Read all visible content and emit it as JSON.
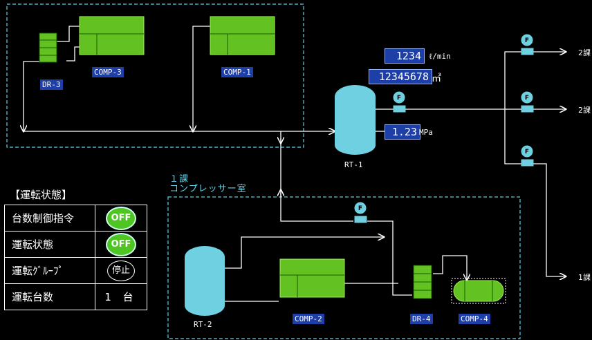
{
  "rooms": {
    "room2_line1": "１課",
    "room2_line2": "コンプレッサー室"
  },
  "equipment": {
    "dr3": "DR-3",
    "comp3": "COMP-3",
    "comp1": "COMP-1",
    "rt1": "RT-1",
    "rt2": "RT-2",
    "comp2": "COMP-2",
    "dr4": "DR-4",
    "comp4": "COMP-4"
  },
  "readouts": {
    "flow_value": "1234",
    "flow_unit": "ℓ/min",
    "total_value": "12345678",
    "total_unit": "㎥",
    "pressure_value": "1.23",
    "pressure_unit": "MPa"
  },
  "flow_meter_symbol": "F",
  "destinations": {
    "d1": "2課",
    "d2": "2課",
    "d3": "1課"
  },
  "status_panel": {
    "title": "【運転状態】",
    "rows": [
      {
        "label": "台数制御指令",
        "value": "OFF"
      },
      {
        "label": "運転状態",
        "value": "OFF"
      },
      {
        "label": "運転ｸﾞﾙｰﾌﾟ",
        "value": "停止"
      },
      {
        "label": "運転台数",
        "value": "1 台"
      }
    ]
  },
  "colors": {
    "pipe": "#ffffff",
    "tank": "#6ed0e0",
    "compressor": "#63c221",
    "room_border": "#5fd0e6",
    "tag_bg": "#1f3fa8"
  }
}
